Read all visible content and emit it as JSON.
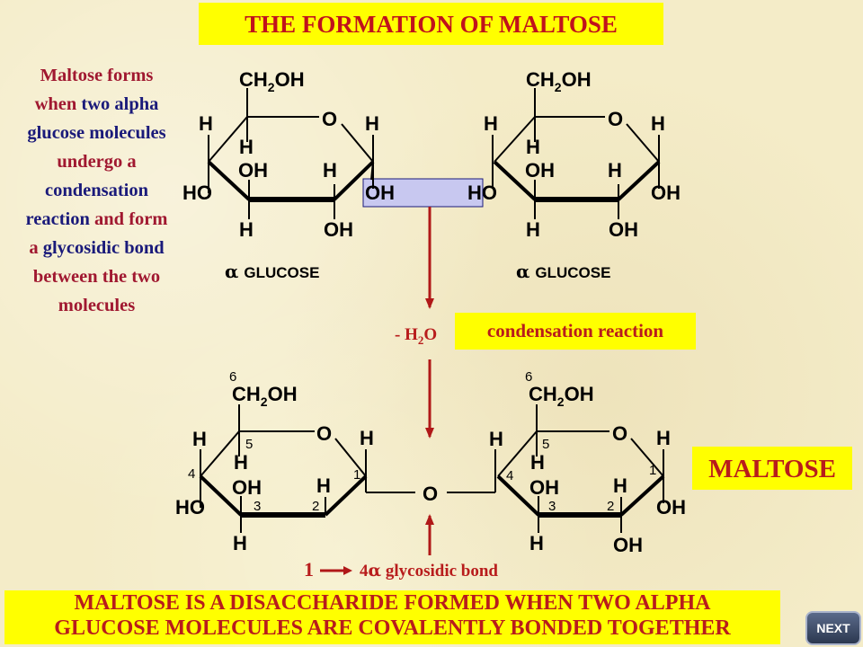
{
  "title": "THE FORMATION OF MALTOSE",
  "intro": [
    {
      "text": "Maltose forms",
      "color": "r"
    },
    {
      "text": "when ",
      "color": "r",
      "cont": "two alpha",
      "cont_color": "b"
    },
    {
      "text": "glucose molecules",
      "color": "b"
    },
    {
      "text": "undergo a",
      "color": "r"
    },
    {
      "text": "condensation",
      "color": "b"
    },
    {
      "text": "reaction ",
      "color": "b",
      "cont": "and form",
      "cont_color": "r"
    },
    {
      "text": "a ",
      "color": "r",
      "cont": "glycosidic bond",
      "cont_color": "b"
    },
    {
      "text": "between the two",
      "color": "r"
    },
    {
      "text": "molecules",
      "color": "r"
    }
  ],
  "labels": {
    "ch2oh_main": "CH",
    "ch2oh_sub": "2",
    "ch2oh_tail": "OH",
    "h": "H",
    "o": "O",
    "oh": "OH",
    "ho": "HO",
    "alpha": "α",
    "glucose": "GLUCOSE",
    "minus_h2o_pre": "- H",
    "minus_h2o_sub": "2",
    "minus_h2o_post": "O",
    "bond_one": "1",
    "bond_rest": "4",
    "bond_text": " glycosidic bond",
    "num1": "1",
    "num2": "2",
    "num3": "3",
    "num4": "4",
    "num5": "5",
    "num6": "6"
  },
  "condensation": "condensation reaction",
  "maltose": "MALTOSE",
  "bottom": [
    "MALTOSE IS A DISACCHARIDE FORMED WHEN TWO ALPHA",
    "GLUCOSE MOLECULES ARE COVALENTLY BONDED TOGETHER"
  ],
  "next_label": "NEXT",
  "colors": {
    "accent_red": "#b81c1c",
    "highlight_yellow": "#ffff00",
    "highlight_blue": "#c8c8f0",
    "arrow_red": "#b01818",
    "text_navy": "#1a1a7a"
  }
}
